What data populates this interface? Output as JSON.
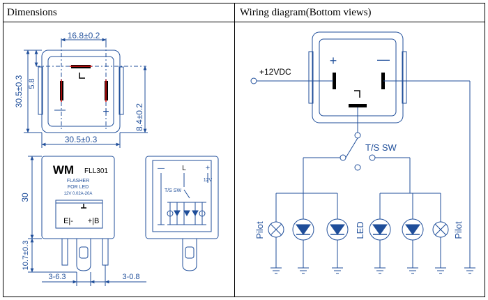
{
  "headers": {
    "left": "Dimensions",
    "right": "Wiring diagram(Bottom views)"
  },
  "dimensions": {
    "width_top": "16.8±0.2",
    "height_left_outer": "30.5±0.3",
    "height_left_inner": "5.8",
    "height_right": "8.4±0.2",
    "width_bottom": "30.5±0.3",
    "side_height": "30",
    "pin_height": "10.7±0.3",
    "pin_gap_left": "3-6.3",
    "pin_gap_right": "3-0.8"
  },
  "label": {
    "logo": "WM",
    "model": "FLL301",
    "line1": "FLASHER",
    "line2": "FOR LED",
    "line3": "12V 0.02A-20A",
    "terminal_e": "E|-",
    "terminal_b": "+|B"
  },
  "back_view": {
    "minus": "—",
    "plus": "+",
    "ts_sw": "T/S SW",
    "v12": "12V"
  },
  "terminals": {
    "plus": "+",
    "minus": "—"
  },
  "wiring": {
    "supply": "+12VDC",
    "switch": "T/S SW",
    "pilot_left": "Pilot",
    "led": "LED",
    "pilot_right": "Pilot"
  },
  "colors": {
    "border": "#000000",
    "diagram_blue": "#1f4e9a",
    "pin_red": "#e01010"
  }
}
